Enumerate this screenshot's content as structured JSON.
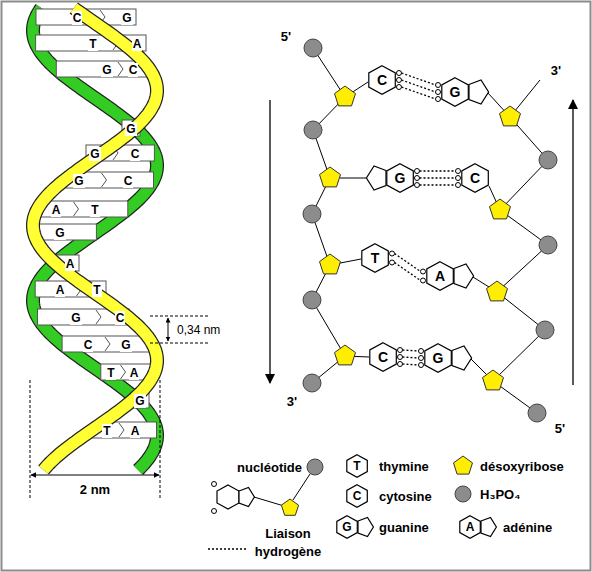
{
  "diagram": {
    "nodes": [
      {
        "text": [
          "C"
        ]
      },
      {
        "text": [
          "G"
        ]
      },
      {
        "text": [
          "G"
        ]
      },
      {
        "text": [
          "C"
        ]
      },
      {
        "text": [
          "T"
        ]
      },
      {
        "text": [
          "A"
        ]
      },
      {
        "text": [
          "C"
        ]
      },
      {
        "text": [
          "G"
        ]
      },
      {
        "text": [
          "T"
        ]
      },
      {
        "text": [
          "C"
        ]
      },
      {
        "text": [
          "G"
        ]
      },
      {
        "text": [
          "A"
        ]
      }
    ],
    "edges": [
      {
        "from": 0,
        "to": 1,
        "arrow": "none"
      },
      {
        "from": 0,
        "to": 1,
        "arrow": "none"
      },
      {
        "from": 0,
        "to": 1,
        "arrow": "none"
      },
      {
        "from": 2,
        "to": 3,
        "arrow": "none"
      },
      {
        "from": 2,
        "to": 3,
        "arrow": "none"
      },
      {
        "from": 2,
        "to": 3,
        "arrow": "none"
      },
      {
        "from": 4,
        "to": 5,
        "arrow": "none"
      },
      {
        "from": 4,
        "to": 5,
        "arrow": "none"
      },
      {
        "from": 6,
        "to": 7,
        "arrow": "none"
      },
      {
        "from": 6,
        "to": 7,
        "arrow": "none"
      },
      {
        "from": 6,
        "to": 7,
        "arrow": "none"
      }
    ],
    "labels": [
      "C",
      "G",
      "T",
      "A",
      "G",
      "C",
      "G",
      "G",
      "C",
      "G",
      "C",
      "A",
      "T",
      "G",
      "A",
      "A",
      "T",
      "G",
      "C",
      "C",
      "G",
      "T",
      "A",
      "G",
      "T",
      "A",
      "0,34 nm",
      "2 nm",
      "5'",
      "3'",
      "3'",
      "5'"
    ],
    "legend": [
      {
        "text": "nucléotide"
      },
      {
        "text": "thymine"
      },
      {
        "text": "désoxyribose"
      },
      {
        "text": "cytosine"
      },
      {
        "text": "H₃PO₄"
      },
      {
        "text": "guanine"
      },
      {
        "text": "adénine"
      },
      {
        "text": "Liaison hydrogène"
      }
    ]
  }
}
